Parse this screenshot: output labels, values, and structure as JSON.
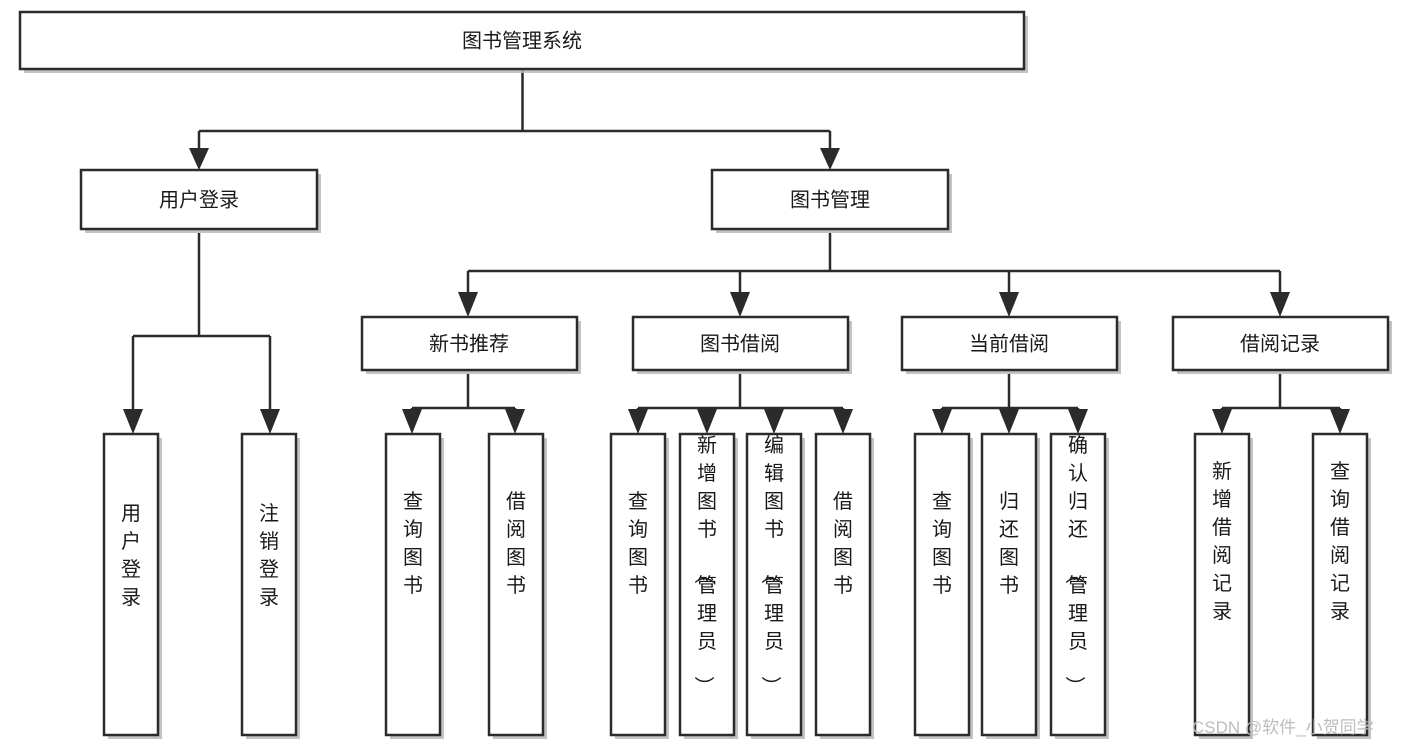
{
  "diagram": {
    "title": "图书管理系统",
    "type": "hierarchy-tree",
    "root": {
      "id": "root",
      "label": "图书管理系统",
      "orientation": "horizontal"
    },
    "level2": [
      {
        "id": "user-login",
        "label": "用户登录",
        "orientation": "horizontal"
      },
      {
        "id": "book-manage",
        "label": "图书管理",
        "orientation": "horizontal"
      }
    ],
    "level3": [
      {
        "id": "new-book-rec",
        "label": "新书推荐",
        "orientation": "horizontal"
      },
      {
        "id": "book-borrow",
        "label": "图书借阅",
        "orientation": "horizontal"
      },
      {
        "id": "current-borrow",
        "label": "当前借阅",
        "orientation": "horizontal"
      },
      {
        "id": "borrow-record",
        "label": "借阅记录",
        "orientation": "horizontal"
      }
    ],
    "leaves": {
      "user-login": [
        {
          "id": "leaf-user-login",
          "label": "用户登录",
          "orientation": "vertical"
        },
        {
          "id": "leaf-logout",
          "label": "注销登录",
          "orientation": "vertical"
        }
      ],
      "new-book-rec": [
        {
          "id": "leaf-query-book-1",
          "label": "查询图书",
          "orientation": "vertical"
        },
        {
          "id": "leaf-borrow-book-1",
          "label": "借阅图书",
          "orientation": "vertical"
        }
      ],
      "book-borrow": [
        {
          "id": "leaf-query-book-2",
          "label": "查询图书",
          "orientation": "vertical"
        },
        {
          "id": "leaf-add-book",
          "label": "新增图书（管理员）",
          "orientation": "vertical"
        },
        {
          "id": "leaf-edit-book",
          "label": "编辑图书（管理员）",
          "orientation": "vertical"
        },
        {
          "id": "leaf-borrow-book-2",
          "label": "借阅图书",
          "orientation": "vertical"
        }
      ],
      "current-borrow": [
        {
          "id": "leaf-query-book-3",
          "label": "查询图书",
          "orientation": "vertical"
        },
        {
          "id": "leaf-return-book",
          "label": "归还图书",
          "orientation": "vertical"
        },
        {
          "id": "leaf-confirm-return",
          "label": "确认归还（管理员）",
          "orientation": "vertical"
        }
      ],
      "borrow-record": [
        {
          "id": "leaf-add-record",
          "label": "新增借阅记录",
          "orientation": "vertical"
        },
        {
          "id": "leaf-query-record",
          "label": "查询借阅记录",
          "orientation": "vertical"
        }
      ]
    }
  },
  "watermark": {
    "text": "CSDN @软件_小贺同学"
  },
  "colors": {
    "background": "#ffffff",
    "node_fill": "#ffffff",
    "node_stroke": "#2b2b2b",
    "edge": "#2b2b2b",
    "label": "#1a1a1a",
    "watermark": "#bdbdbd",
    "shadow": "#b9b9b9"
  }
}
